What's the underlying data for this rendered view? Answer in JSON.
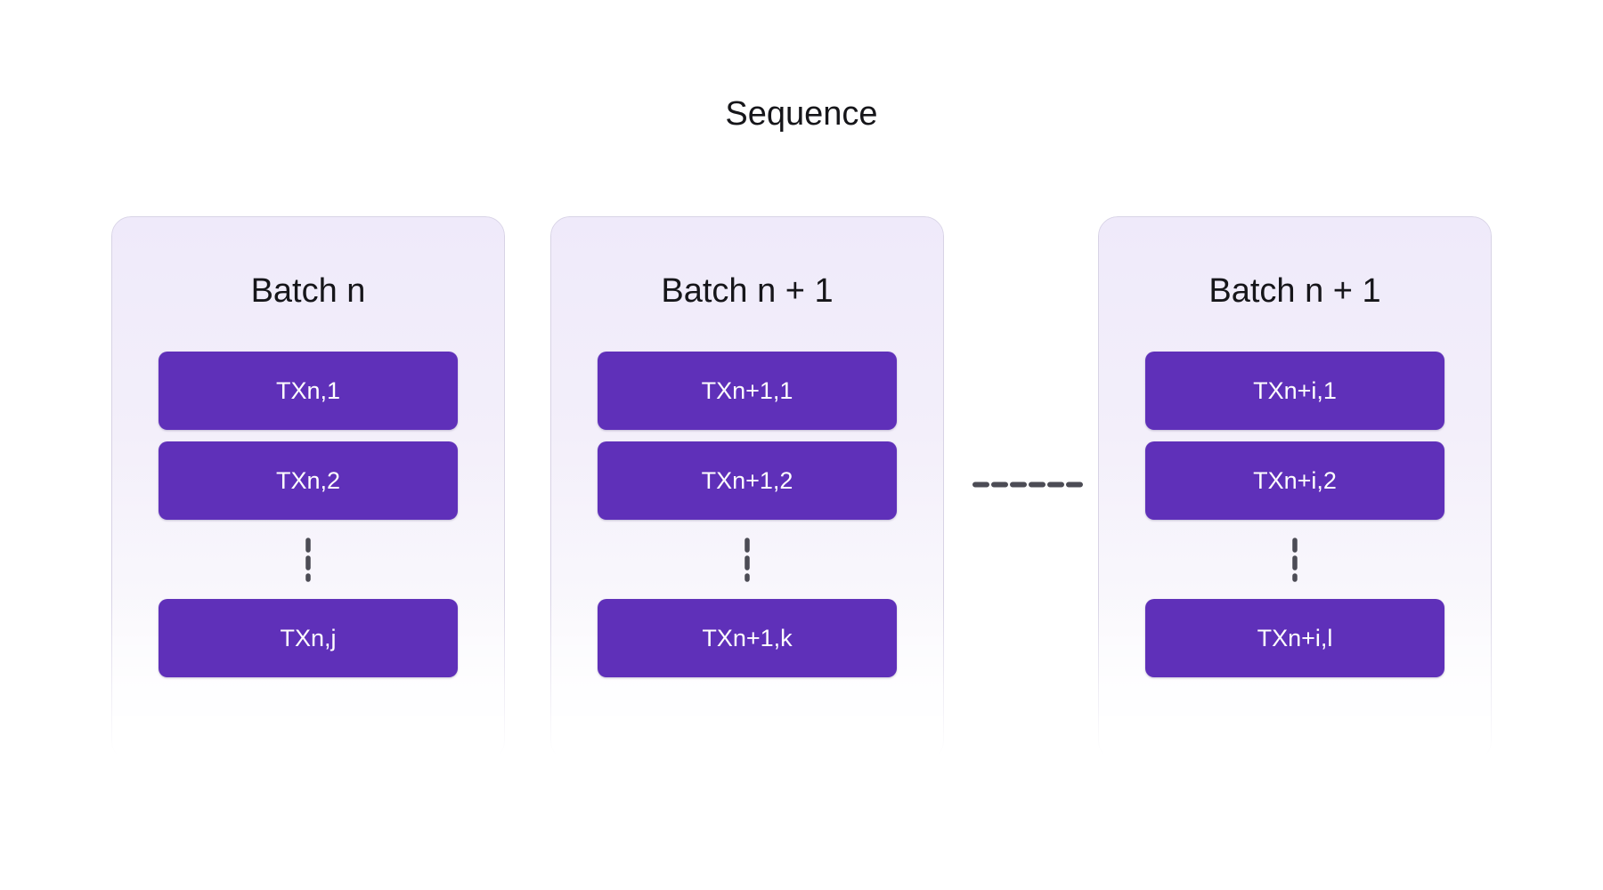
{
  "title": "Sequence",
  "colors": {
    "box": "#5f30b9",
    "box_text": "#ffffff",
    "card_top": "#efeafa",
    "card_border": "#d8d3e6",
    "dash": "#4c4c55",
    "ink": "#16161a"
  },
  "batches": [
    {
      "label": "Batch n",
      "transactions": [
        "TXn,1",
        "TXn,2"
      ],
      "ellipsis": "vertical-dashed",
      "last_transaction": "TXn,j"
    },
    {
      "label": "Batch n + 1",
      "transactions": [
        "TXn+1,1",
        "TXn+1,2"
      ],
      "ellipsis": "vertical-dashed",
      "last_transaction": "TXn+1,k"
    },
    {
      "label": "Batch n + 1",
      "transactions": [
        "TXn+i,1",
        "TXn+i,2"
      ],
      "ellipsis": "vertical-dashed",
      "last_transaction": "TXn+i,l"
    }
  ],
  "connector": "horizontal-dashed-line"
}
